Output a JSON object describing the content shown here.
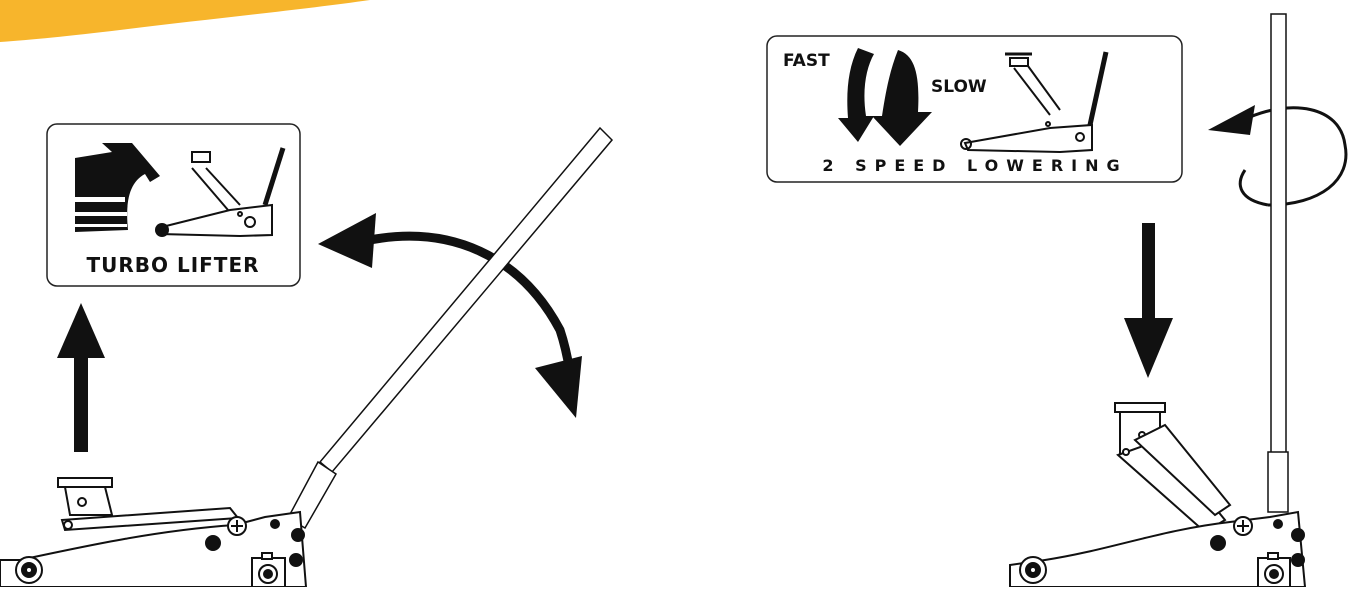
{
  "colors": {
    "accent": "#f7b52c",
    "ink": "#111111",
    "panel_border": "#222222"
  },
  "left_panel": {
    "label": "TURBO LIFTER"
  },
  "right_panel": {
    "fast_label": "FAST",
    "slow_label": "SLOW",
    "bottom_label": "2 SPEED LOWERING"
  },
  "icons": [
    "lift-arrow-icon",
    "pump-arc-arrow-icon",
    "down-arrow-icon",
    "rotate-arrow-icon",
    "floor-jack-icon"
  ]
}
